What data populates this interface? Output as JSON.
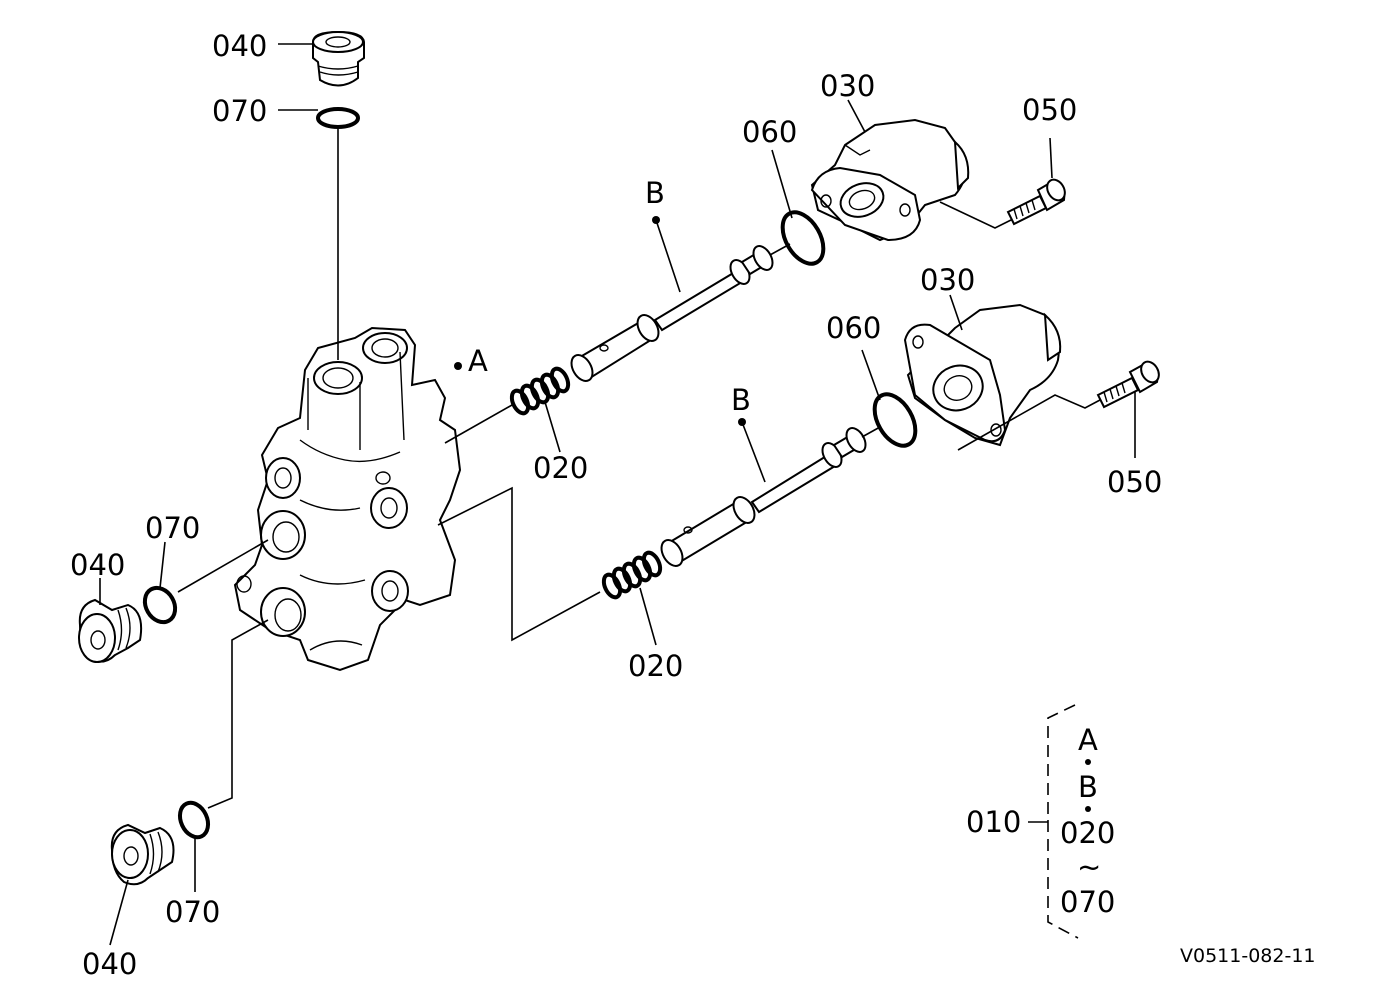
{
  "labels": {
    "plug_top": "040",
    "oring_top": "070",
    "plug_left": "040",
    "oring_left": "070",
    "plug_bottom": "040",
    "oring_bottom": "070",
    "solenoid_upper": "030",
    "solenoid_lower": "030",
    "bolt_upper": "050",
    "bolt_lower": "050",
    "oring_sol_upper": "060",
    "oring_sol_lower": "060",
    "spring_upper": "020",
    "spring_lower": "020",
    "body_ref": "A",
    "spool_upper_ref": "B",
    "spool_lower_ref": "B"
  },
  "legend": {
    "assembly": "010",
    "line1": "A",
    "line2": "B",
    "line3": "020",
    "tilde": "~",
    "line4": "070"
  },
  "diagram_code": "V0511-082-11"
}
